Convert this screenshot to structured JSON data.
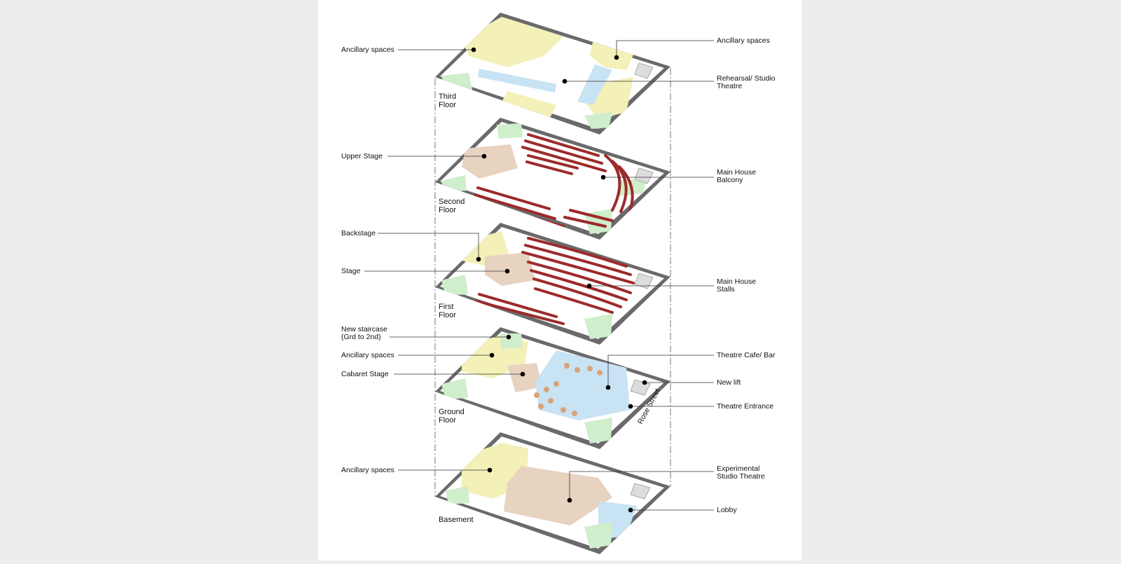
{
  "colors": {
    "page_bg": "#ecedef",
    "sheet_bg": "#ffffff",
    "walls": "#6a6a6a",
    "ancillary": "#f3f0b8",
    "circulation": "#c8e3f3",
    "stairs": "#cfeecb",
    "stage": "#e8d2c0",
    "seating": "#9d2a2a",
    "cafe_tables": "#d9a27a"
  },
  "floors": [
    {
      "name": "Third Floor",
      "line1": "Third",
      "line2": "Floor"
    },
    {
      "name": "Second Floor",
      "line1": "Second",
      "line2": "Floor"
    },
    {
      "name": "First Floor",
      "line1": "First",
      "line2": "Floor"
    },
    {
      "name": "Ground Floor",
      "line1": "Ground",
      "line2": "Floor"
    },
    {
      "name": "Basement",
      "line1": "Basement",
      "line2": ""
    }
  ],
  "labels_left": [
    {
      "line1": "Ancillary spaces",
      "line2": ""
    },
    {
      "line1": "Upper Stage",
      "line2": ""
    },
    {
      "line1": "Backstage",
      "line2": ""
    },
    {
      "line1": "Stage",
      "line2": ""
    },
    {
      "line1": "New staircase",
      "line2": "(Grd to 2nd)"
    },
    {
      "line1": "Ancillary spaces",
      "line2": ""
    },
    {
      "line1": "Cabaret Stage",
      "line2": ""
    },
    {
      "line1": "Ancillary spaces",
      "line2": ""
    }
  ],
  "labels_right": [
    {
      "line1": "Ancillary spaces",
      "line2": ""
    },
    {
      "line1": "Rehearsal/ Studio",
      "line2": "Theatre"
    },
    {
      "line1": "Main House",
      "line2": "Balcony"
    },
    {
      "line1": "Main House",
      "line2": "Stalls"
    },
    {
      "line1": "Theatre Cafe/ Bar",
      "line2": ""
    },
    {
      "line1": "New lift",
      "line2": ""
    },
    {
      "line1": "Theatre Entrance",
      "line2": ""
    },
    {
      "line1": "Experimental",
      "line2": "Studio Theatre"
    },
    {
      "line1": "Lobby",
      "line2": ""
    }
  ],
  "street_label": "Rose Street"
}
